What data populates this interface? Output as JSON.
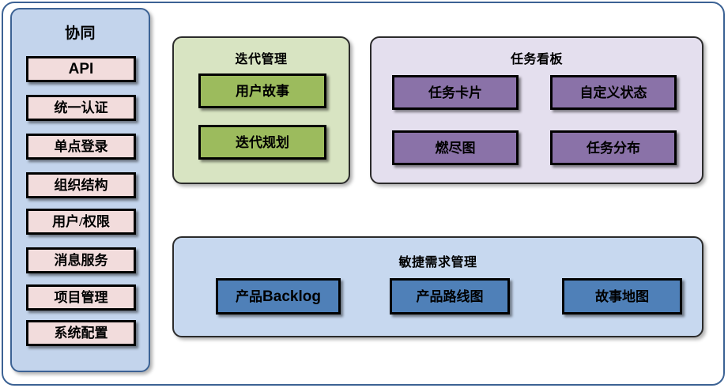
{
  "diagram": {
    "outer_frame_color": "#3c6294",
    "background": "#ffffff"
  },
  "sidebar": {
    "title": "协同",
    "panel_color": "#c3d4ec",
    "border_color": "#3c6294",
    "item_color": "#f2dcdc",
    "items": [
      {
        "label": "API",
        "latin": true
      },
      {
        "label": "统一认证",
        "latin": false
      },
      {
        "label": "单点登录",
        "latin": false
      },
      {
        "label": "组织结构",
        "latin": false
      },
      {
        "label": "用户/权限",
        "latin": false
      },
      {
        "label": "消息服务",
        "latin": false
      },
      {
        "label": "项目管理",
        "latin": false
      },
      {
        "label": "系统配置",
        "latin": false
      }
    ]
  },
  "panels": {
    "iteration": {
      "title": "迭代管理",
      "panel_color": "#d8e4c2",
      "item_color": "#9cbb5d",
      "items": [
        {
          "label": "用户故事"
        },
        {
          "label": "迭代规划"
        }
      ]
    },
    "taskboard": {
      "title": "任务看板",
      "panel_color": "#e4dfee",
      "item_color": "#8a72a8",
      "items": [
        {
          "label": "任务卡片"
        },
        {
          "label": "自定义状态"
        },
        {
          "label": "燃尽图"
        },
        {
          "label": "任务分布"
        }
      ]
    },
    "agile": {
      "title": "敏捷需求管理",
      "panel_color": "#c7d8ef",
      "item_color": "#4f80b8",
      "items": [
        {
          "label_cjk": "产品",
          "label_latin": "Backlog"
        },
        {
          "label_cjk": "产品路线图",
          "label_latin": ""
        },
        {
          "label_cjk": "故事地图",
          "label_latin": ""
        }
      ]
    }
  }
}
